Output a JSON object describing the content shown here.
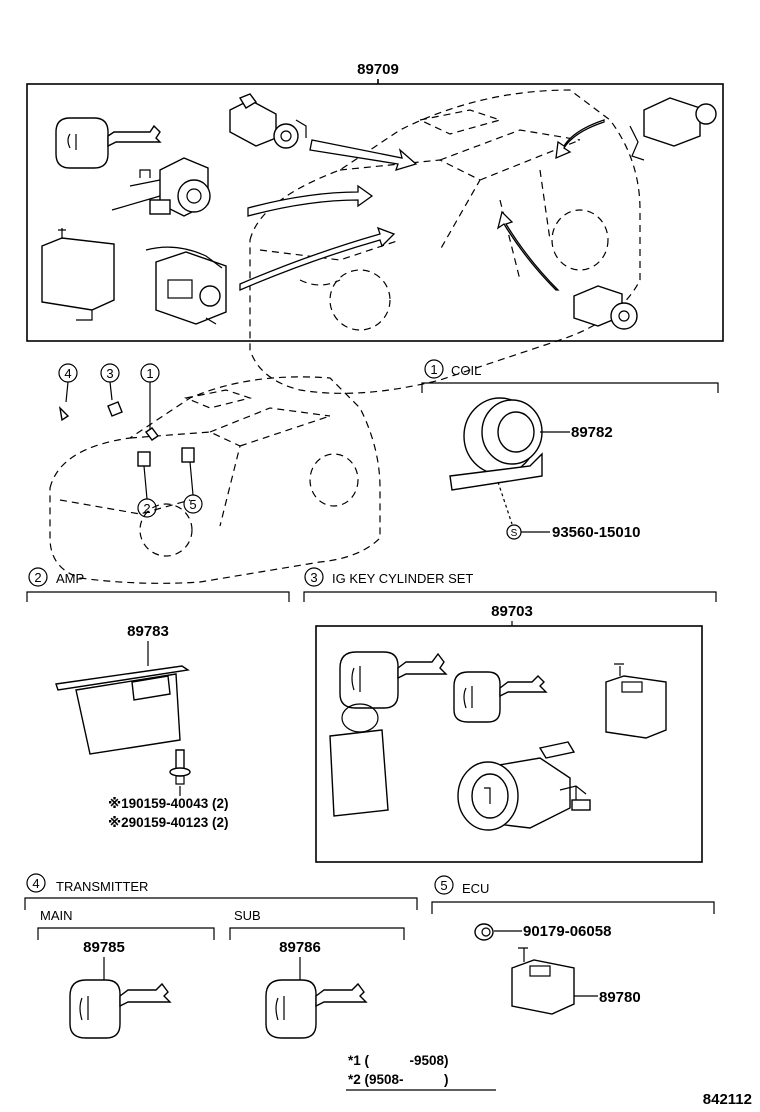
{
  "assembly": {
    "part_number": "89709"
  },
  "coil": {
    "index": "1",
    "title": "COIL",
    "part": "89782",
    "screw": "93560-15010",
    "screw_symbol": "S"
  },
  "amp": {
    "index": "2",
    "title": "AMP",
    "part": "89783",
    "bolt1": "※190159-40043 (2)",
    "bolt2": "※290159-40123 (2)"
  },
  "key_cylinder": {
    "index": "3",
    "title": "IG KEY CYLINDER SET",
    "part": "89703"
  },
  "transmitter": {
    "index": "4",
    "title": "TRANSMITTER",
    "main_label": "MAIN",
    "main_part": "89785",
    "sub_label": "SUB",
    "sub_part": "89786"
  },
  "ecu": {
    "index": "5",
    "title": "ECU",
    "part": "89780",
    "nut": "90179-06058"
  },
  "location_callouts": [
    "4",
    "3",
    "1",
    "2",
    "5"
  ],
  "footnotes": {
    "note1": "*1 (　　　-9508)",
    "note2": "*2 (9508-　　　)"
  },
  "diagram_id": "842112"
}
